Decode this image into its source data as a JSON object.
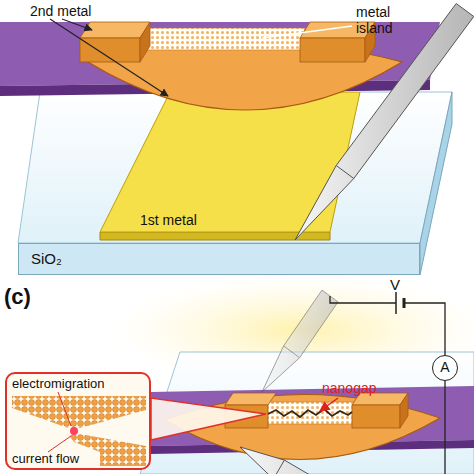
{
  "diagram": {
    "nodes": [
      {
        "text": [
          "1st metal"
        ]
      },
      {
        "text": [
          "SiO₂"
        ]
      },
      {
        "text": [
          "electromigration",
          "current flow"
        ]
      },
      {
        "text": [
          "A"
        ]
      }
    ],
    "labels": [
      "2nd metal",
      "metal island",
      "(c)",
      "nanogap",
      "V"
    ]
  }
}
